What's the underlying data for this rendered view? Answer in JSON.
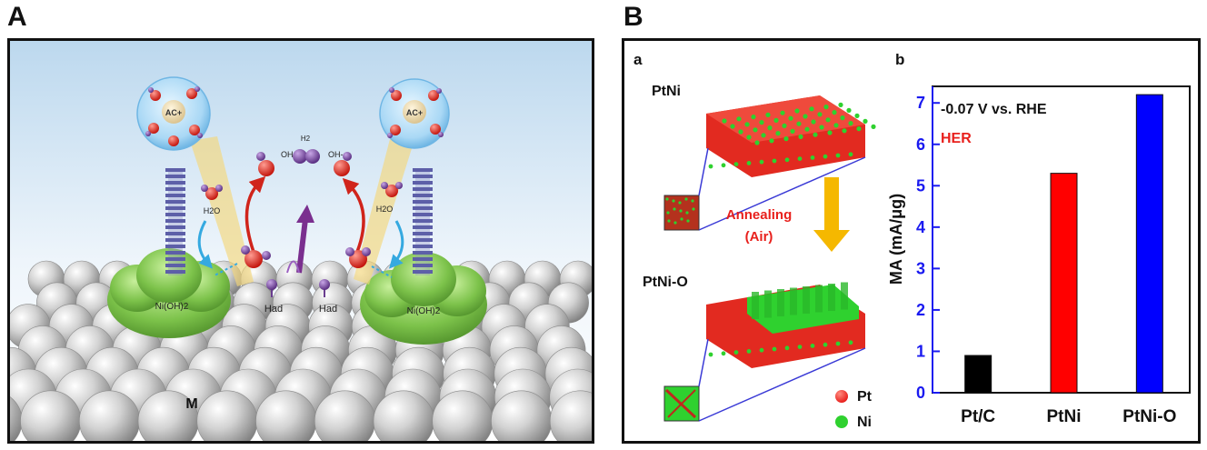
{
  "panel_a": {
    "letter": "A",
    "labels": {
      "ac_left": "AC+",
      "ac_right": "AC+",
      "h2": "H2",
      "oh_left": "OH-",
      "oh_right": "OH-",
      "h2o_left": "H2O",
      "h2o_right": "H2O",
      "nioh_left": "Ni(OH)2",
      "nioh_right": "Ni(OH)2",
      "had_left": "Had",
      "had_right": "Had",
      "metal": "M"
    },
    "colors": {
      "metal": "#c8c8c8",
      "nioh2": "#7cc24a",
      "oxygen": "#e0241b",
      "hydrogen": "#6a3d8f",
      "sky": "#cfe3f1"
    }
  },
  "panel_b": {
    "letter": "B",
    "sub_a": {
      "letter": "a",
      "ptni_label": "PtNi",
      "ptnio_label": "PtNi-O",
      "arrow_label_line1": "Annealing",
      "arrow_label_line2": "(Air)",
      "legend": [
        {
          "label": "Pt",
          "color": "#e8201c"
        },
        {
          "label": "Ni",
          "color": "#2fd12f"
        }
      ]
    },
    "sub_b": {
      "letter": "b",
      "annotation_potential": "-0.07 V vs. RHE",
      "annotation_reaction": "HER"
    }
  },
  "chart_data": {
    "type": "bar",
    "categories": [
      "Pt/C",
      "PtNi",
      "PtNi-O"
    ],
    "values": [
      0.9,
      5.3,
      7.2
    ],
    "colors": [
      "#000000",
      "#ff0000",
      "#0000ff"
    ],
    "title": "",
    "xlabel": "",
    "ylabel": "MA (mA/μg)",
    "ylim": [
      0,
      7.4
    ],
    "yticks": [
      "0",
      "1",
      "2",
      "3",
      "4",
      "5",
      "6",
      "7"
    ],
    "grid": false
  }
}
